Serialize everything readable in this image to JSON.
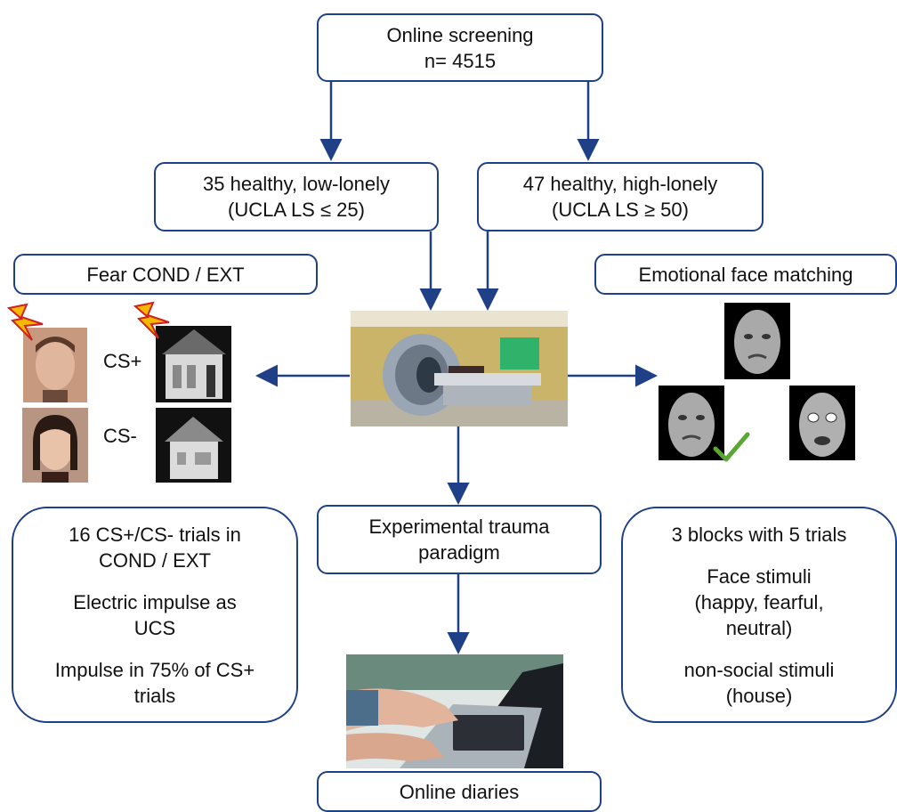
{
  "nodes": {
    "screening": {
      "line1": "Online screening",
      "line2": "n= 4515"
    },
    "low_lonely": {
      "line1": "35 healthy, low-lonely",
      "line2": "(UCLA LS ≤ 25)"
    },
    "high_lonely": {
      "line1": "47 healthy, high-lonely",
      "line2": "(UCLA LS ≥ 50)"
    },
    "fear": {
      "label": "Fear COND / EXT"
    },
    "face_matching": {
      "label": "Emotional face matching"
    },
    "trauma": {
      "line1": "Experimental trauma",
      "line2": "paradigm"
    },
    "diaries": {
      "label": "Online diaries"
    },
    "fear_details": {
      "p1a": "16 CS+/CS- trials in",
      "p1b": "COND / EXT",
      "p2a": "Electric impulse as",
      "p2b": "UCS",
      "p3a": "Impulse in 75% of CS+",
      "p3b": "trials"
    },
    "face_details": {
      "p1": "3 blocks with 5 trials",
      "p2a": "Face stimuli",
      "p2b": "(happy, fearful,",
      "p2c": "neutral)",
      "p3a": "non-social stimuli",
      "p3b": "(house)"
    }
  },
  "labels": {
    "cs_plus": "CS+",
    "cs_minus": "CS-"
  },
  "colors": {
    "border": "#1f3f86",
    "arrow": "#1f3f86",
    "check": "#5aa832",
    "lightning": "#f5b800"
  }
}
